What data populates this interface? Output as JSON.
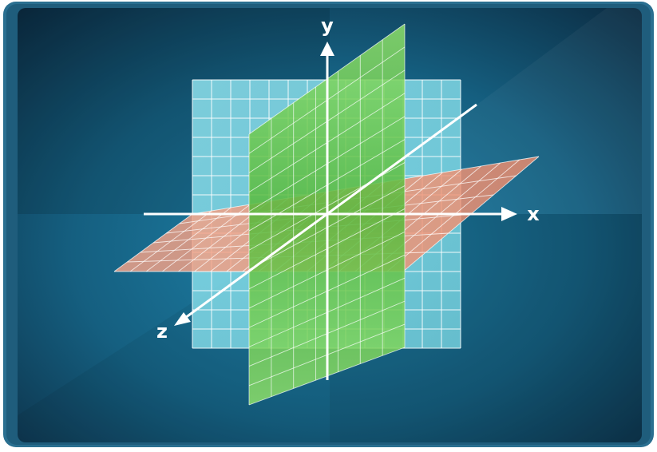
{
  "axes": {
    "x_label": "x",
    "y_label": "y",
    "z_label": "z"
  },
  "planes": [
    {
      "name": "xy-plane",
      "color": "#7fd4e0"
    },
    {
      "name": "yz-plane",
      "color": "#74cf4f"
    },
    {
      "name": "xz-plane",
      "color": "#f59a7e"
    }
  ],
  "colors": {
    "frame_border": "#2a6f90",
    "background_center": "#1b7aa0",
    "background_edge": "#0d2c42",
    "axis": "#ffffff"
  }
}
